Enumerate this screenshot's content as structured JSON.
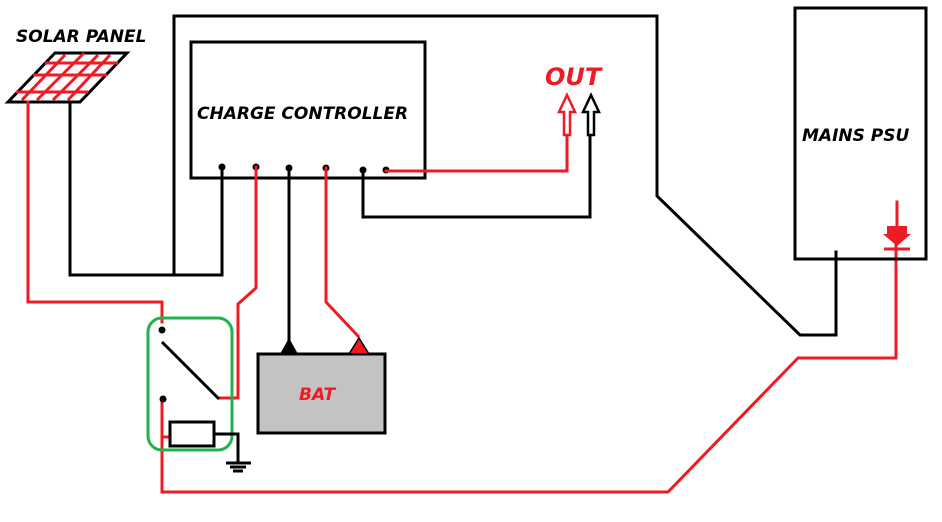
{
  "diagram": {
    "title": "Solar / Mains charging circuit",
    "colors": {
      "positive_wire": "#ed1c24",
      "negative_wire": "#000000",
      "relay_outline": "#22b14c",
      "battery_fill": "#c3c3c3",
      "out_label": "#ed1c24",
      "label_text": "#000000"
    },
    "labels": {
      "solar_panel": "SOLAR PANEL",
      "charge_controller": "CHARGE CONTROLLER",
      "out": "OUT",
      "mains_psu": "MAINS PSU",
      "battery": "BAT"
    },
    "components": [
      {
        "id": "solar-panel",
        "label": "SOLAR PANEL"
      },
      {
        "id": "charge-controller",
        "label": "CHARGE CONTROLLER",
        "terminals": 6
      },
      {
        "id": "relay",
        "label": "",
        "type": "SPDT relay with coil"
      },
      {
        "id": "battery",
        "label": "BAT"
      },
      {
        "id": "mains-psu",
        "label": "MAINS PSU"
      },
      {
        "id": "output",
        "label": "OUT"
      },
      {
        "id": "ground",
        "label": ""
      }
    ]
  }
}
